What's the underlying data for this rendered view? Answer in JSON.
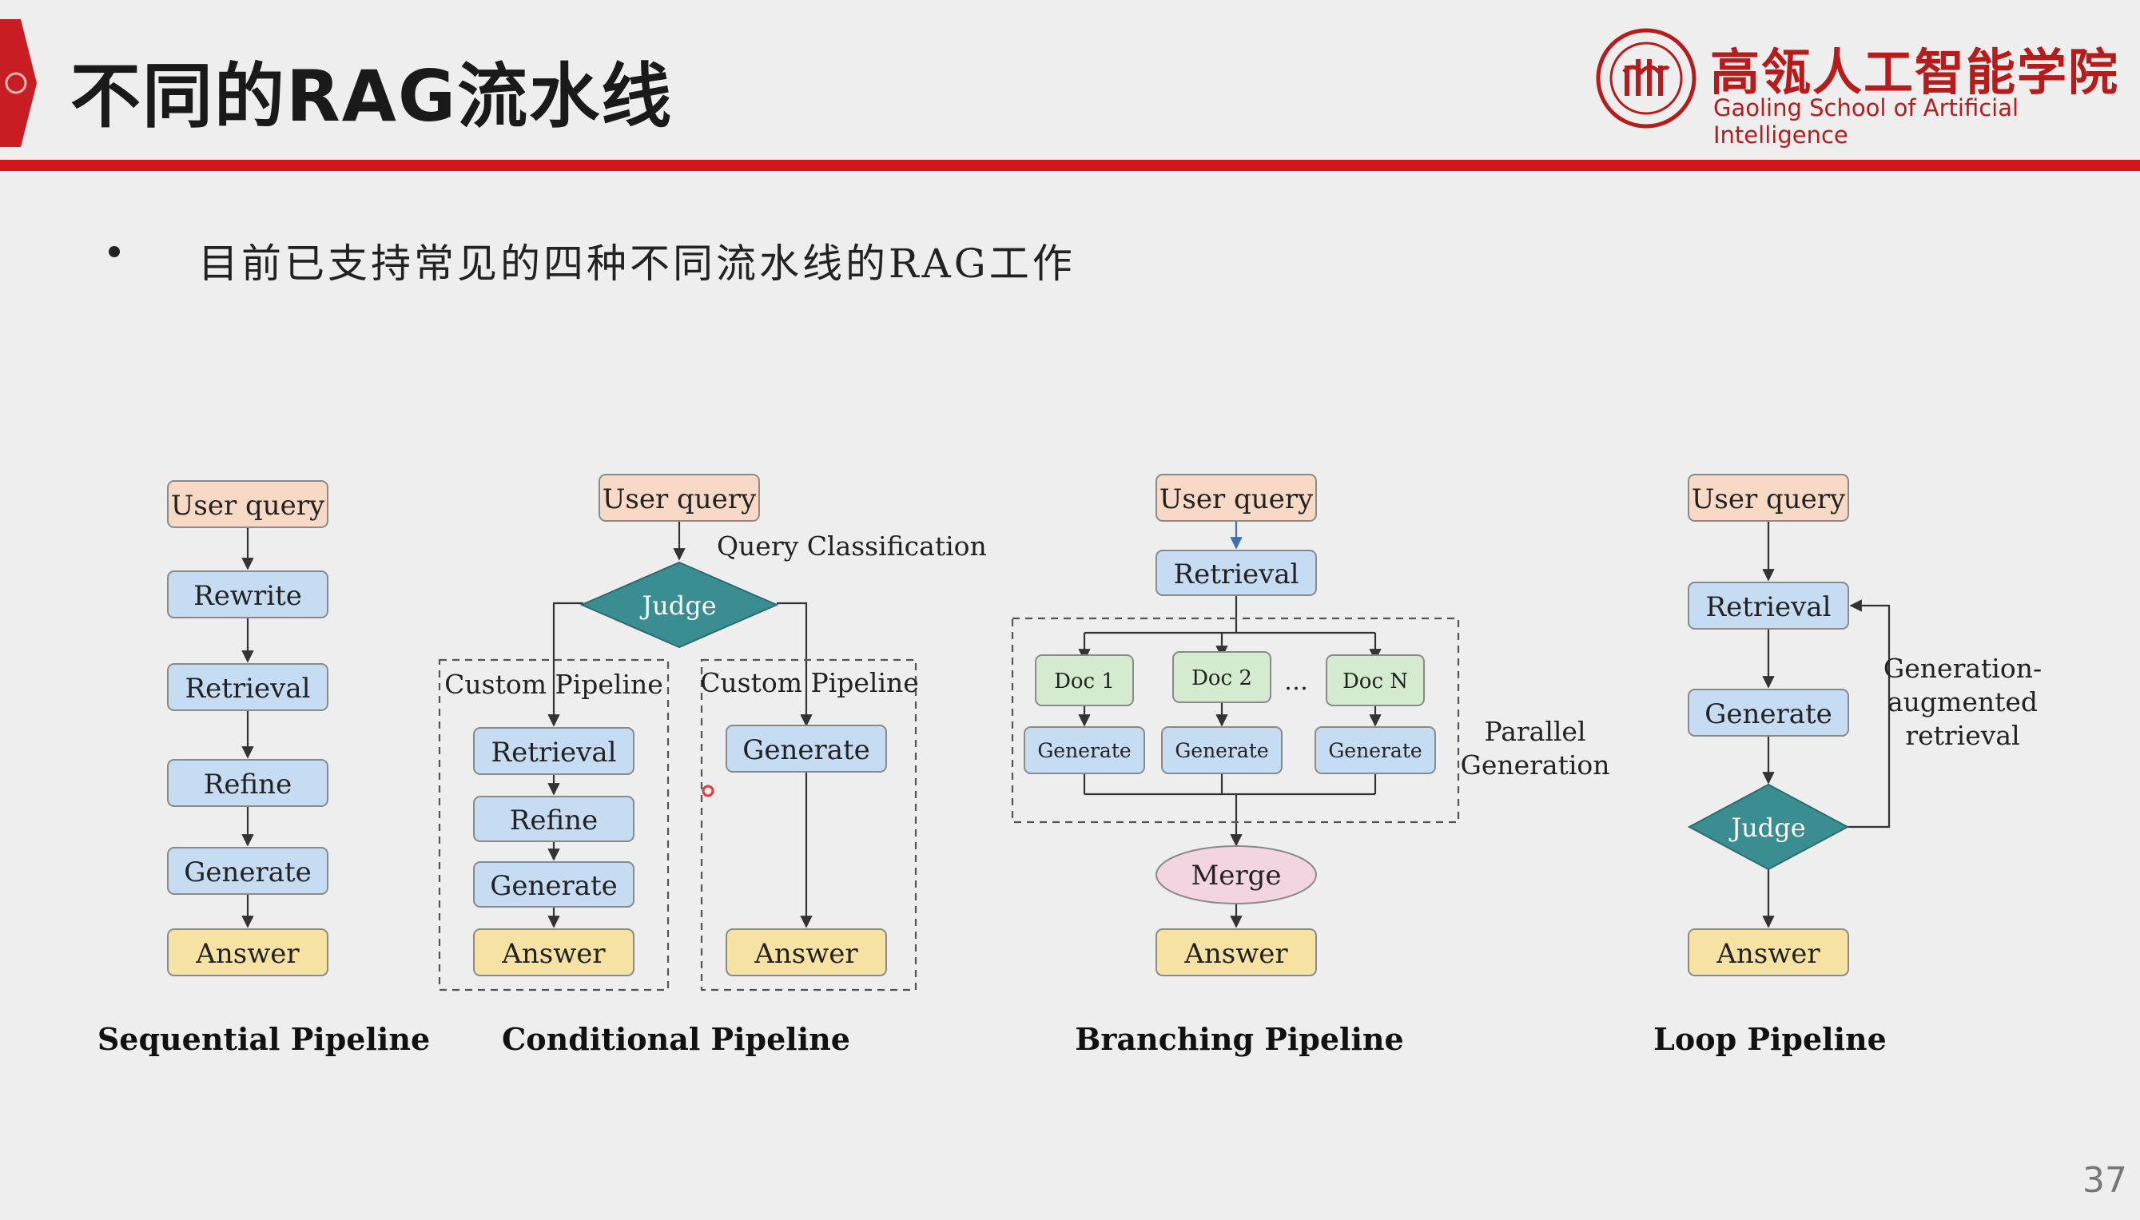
{
  "header": {
    "title": "不同的RAG流水线",
    "logo_cn": "高瓴人工智能学院",
    "logo_en": "Gaoling School of Artificial Intelligence"
  },
  "bullet": "目前已支持常见的四种不同流水线的RAG工作",
  "page_number": "37",
  "colors": {
    "accent_red": "#d0171a",
    "query": "#f7d9c6",
    "process": "#c5dcf2",
    "answer": "#f6e3a4",
    "doc": "#d4ebcf",
    "merge": "#f3d4e1",
    "judge": "#3a8d91"
  },
  "diagrams": {
    "sequential": {
      "nodes": [
        "User query",
        "Rewrite",
        "Retrieval",
        "Refine",
        "Generate",
        "Answer"
      ],
      "caption": "Sequential Pipeline"
    },
    "conditional": {
      "query": "User query",
      "classification": "Query Classification",
      "judge": "Judge",
      "left": {
        "title": "Custom Pipeline",
        "nodes": [
          "Retrieval",
          "Refine",
          "Generate",
          "Answer"
        ]
      },
      "right": {
        "title": "Custom Pipeline",
        "nodes": [
          "Generate",
          "Answer"
        ]
      },
      "caption": "Conditional Pipeline"
    },
    "branching": {
      "query": "User query",
      "retrieval": "Retrieval",
      "docs": [
        "Doc 1",
        "Doc 2",
        "Doc N"
      ],
      "ellipsis": "…",
      "generate": [
        "Generate",
        "Generate",
        "Generate"
      ],
      "parallel_label": [
        "Parallel",
        "Generation"
      ],
      "merge": "Merge",
      "answer": "Answer",
      "caption": "Branching Pipeline"
    },
    "loop": {
      "query": "User query",
      "retrieval": "Retrieval",
      "generate": "Generate",
      "judge": "Judge",
      "answer": "Answer",
      "feedback_label": [
        "Generation-",
        "augmented",
        "retrieval"
      ],
      "caption": "Loop Pipeline"
    }
  }
}
